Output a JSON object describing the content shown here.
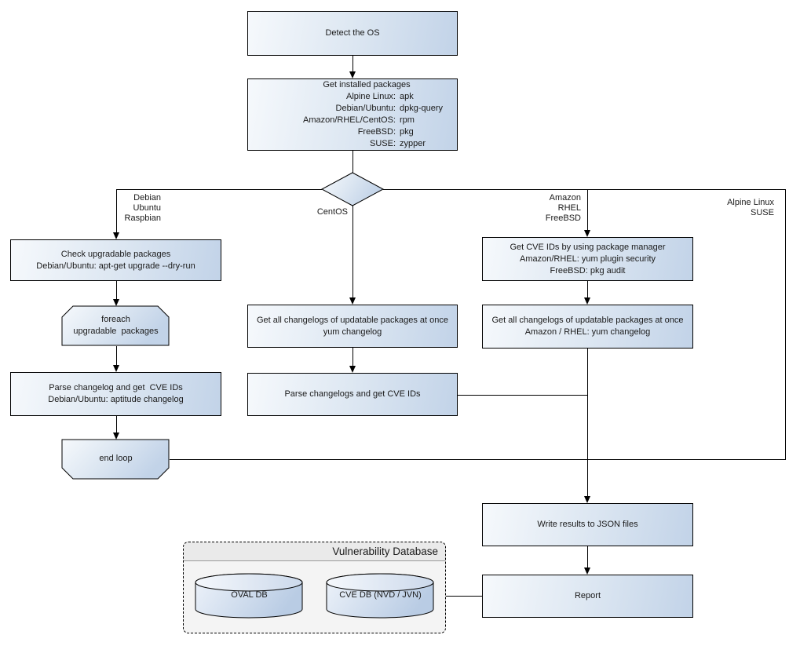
{
  "diagram": {
    "background": "#ffffff",
    "node_fill_light": "#f6f9fc",
    "node_fill_dark": "#c2d3e8",
    "node_border": "#000000",
    "line_color": "#000000"
  },
  "nodes": {
    "detect_os": {
      "label": "Detect the OS"
    },
    "get_installed": {
      "title": "Get installed packages",
      "rows": [
        {
          "k": "Alpine Linux:",
          "v": "apk"
        },
        {
          "k": "Debian/Ubuntu:",
          "v": "dpkg-query"
        },
        {
          "k": "Amazon/RHEL/CentOS:",
          "v": "rpm"
        },
        {
          "k": "FreeBSD:",
          "v": "pkg"
        },
        {
          "k": "SUSE:",
          "v": "zypper"
        }
      ]
    },
    "check_upgradable": {
      "lines": [
        "Check upgradable packages",
        "Debian/Ubuntu: apt-get upgrade --dry-run"
      ]
    },
    "foreach_loop": {
      "lines": [
        "foreach",
        "upgradable  packages"
      ]
    },
    "parse_changelog_deb": {
      "lines": [
        "Parse changelog and get  CVE IDs",
        "Debian/Ubuntu: aptitude changelog"
      ]
    },
    "end_loop": {
      "label": "end loop"
    },
    "get_changelogs_yum": {
      "lines": [
        "Get all changelogs of updatable packages at once",
        "yum changelog"
      ]
    },
    "parse_changelogs_yum": {
      "lines": [
        "Parse changelogs and get CVE IDs"
      ]
    },
    "get_cve_pkg_mgr": {
      "lines": [
        "Get CVE IDs by using package manager",
        "Amazon/RHEL: yum plugin security",
        "FreeBSD: pkg audit"
      ]
    },
    "get_changelogs_amazon": {
      "lines": [
        "Get all changelogs of updatable packages at once",
        "Amazon / RHEL: yum changelog"
      ]
    },
    "write_json": {
      "label": "Write results to JSON files"
    },
    "report": {
      "label": "Report"
    }
  },
  "edge_labels": {
    "debian": [
      "Debian",
      "Ubuntu",
      "Raspbian"
    ],
    "centos": "CentOS",
    "amazon": [
      "Amazon",
      "RHEL",
      "FreeBSD"
    ],
    "alpine": [
      "Alpine Linux",
      "SUSE"
    ]
  },
  "group": {
    "title": "Vulnerability Database",
    "oval_db": "OVAL DB",
    "cve_db": "CVE DB (NVD / JVN)"
  }
}
